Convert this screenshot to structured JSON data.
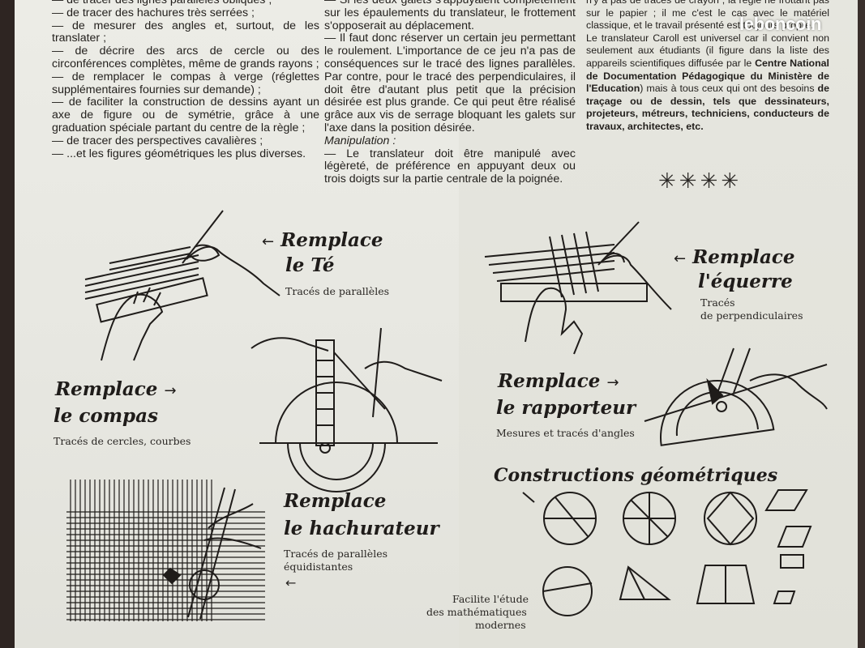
{
  "watermark": "leboncoin",
  "col1_lines": [
    "— de tracer des lignes parallèles obliques ;",
    "— de tracer des hachures très serrées ;",
    "— de mesurer des angles et, surtout, de les translater ;",
    "— de décrire des arcs de cercle ou des circonférences complètes, même de grands rayons ;",
    "— de remplacer le compas à verge (réglettes supplémentaires fournies sur demande) ;",
    "— de faciliter la construction de dessins ayant un axe de figure ou de symétrie, grâce à une graduation spéciale partant du centre de la règle ;",
    "— de tracer des perspectives cavalières ;",
    "— ...et les figures géométriques les plus diverses."
  ],
  "col2_lines": [
    "— Si les deux galets s'appuyaient complètement sur les épaulements du translateur, le frottement s'opposerait au déplacement.",
    "— Il faut donc réserver un certain jeu permettant le roulement. L'importance de ce jeu n'a pas de conséquences sur le tracé des lignes parallèles. Par contre, pour le tracé des perpendiculaires, il doit être d'autant plus petit que la précision désirée est plus grande. Ce qui peut être réalisé grâce aux vis de serrage bloquant les galets sur l'axe dans la position désirée."
  ],
  "col2_heading": "Manipulation :",
  "col2_manip": "— Le translateur doit être manipulé avec légèreté, de préférence en appuyant deux ou trois doigts sur la partie centrale de la poignée.",
  "col3_intro": "n'y a pas de traces de crayon ; la règle ne frottant pas sur le papier ; il me c'est le cas avec le matériel classique, et le travail présenté est toujours propre.",
  "col3_p2_start": "Le translateur Caroll est universel car il convient non seulement aux étudiants (il figure dans la liste des appareils scientifiques diffusée par le ",
  "col3_p2_bold1": "Centre National de Documentation Pédagogique du Ministère de l'Education",
  "col3_p2_mid": ") mais à tous ceux qui ont des besoins ",
  "col3_p2_bold2": "de traçage ou de dessin, tels que dessinateurs, projeteurs, métreurs, techniciens, conducteurs de travaux, architectes, etc.",
  "stars": "✳✳✳✳",
  "panels": {
    "te": {
      "title1": "Remplace",
      "title2": "le Té",
      "sub": "Tracés de parallèles"
    },
    "equerre": {
      "title1": "Remplace",
      "title2": "l'équerre",
      "sub1": "Tracés",
      "sub2": "de perpendiculaires"
    },
    "compas": {
      "title1": "Remplace",
      "title2": "le compas",
      "sub": "Tracés de cercles, courbes"
    },
    "rapporteur": {
      "title1": "Remplace",
      "title2": "le rapporteur",
      "sub": "Mesures et tracés d'angles"
    },
    "hachurateur": {
      "title1": "Remplace",
      "title2": "le hachurateur",
      "sub1": "Tracés de parallèles",
      "sub2": "équidistantes"
    },
    "constructions": {
      "title": "Constructions géométriques",
      "sub1": "Facilite l'étude",
      "sub2": "des mathématiques",
      "sub3": "modernes"
    }
  },
  "arrows": {
    "left": "←",
    "right": "→"
  }
}
